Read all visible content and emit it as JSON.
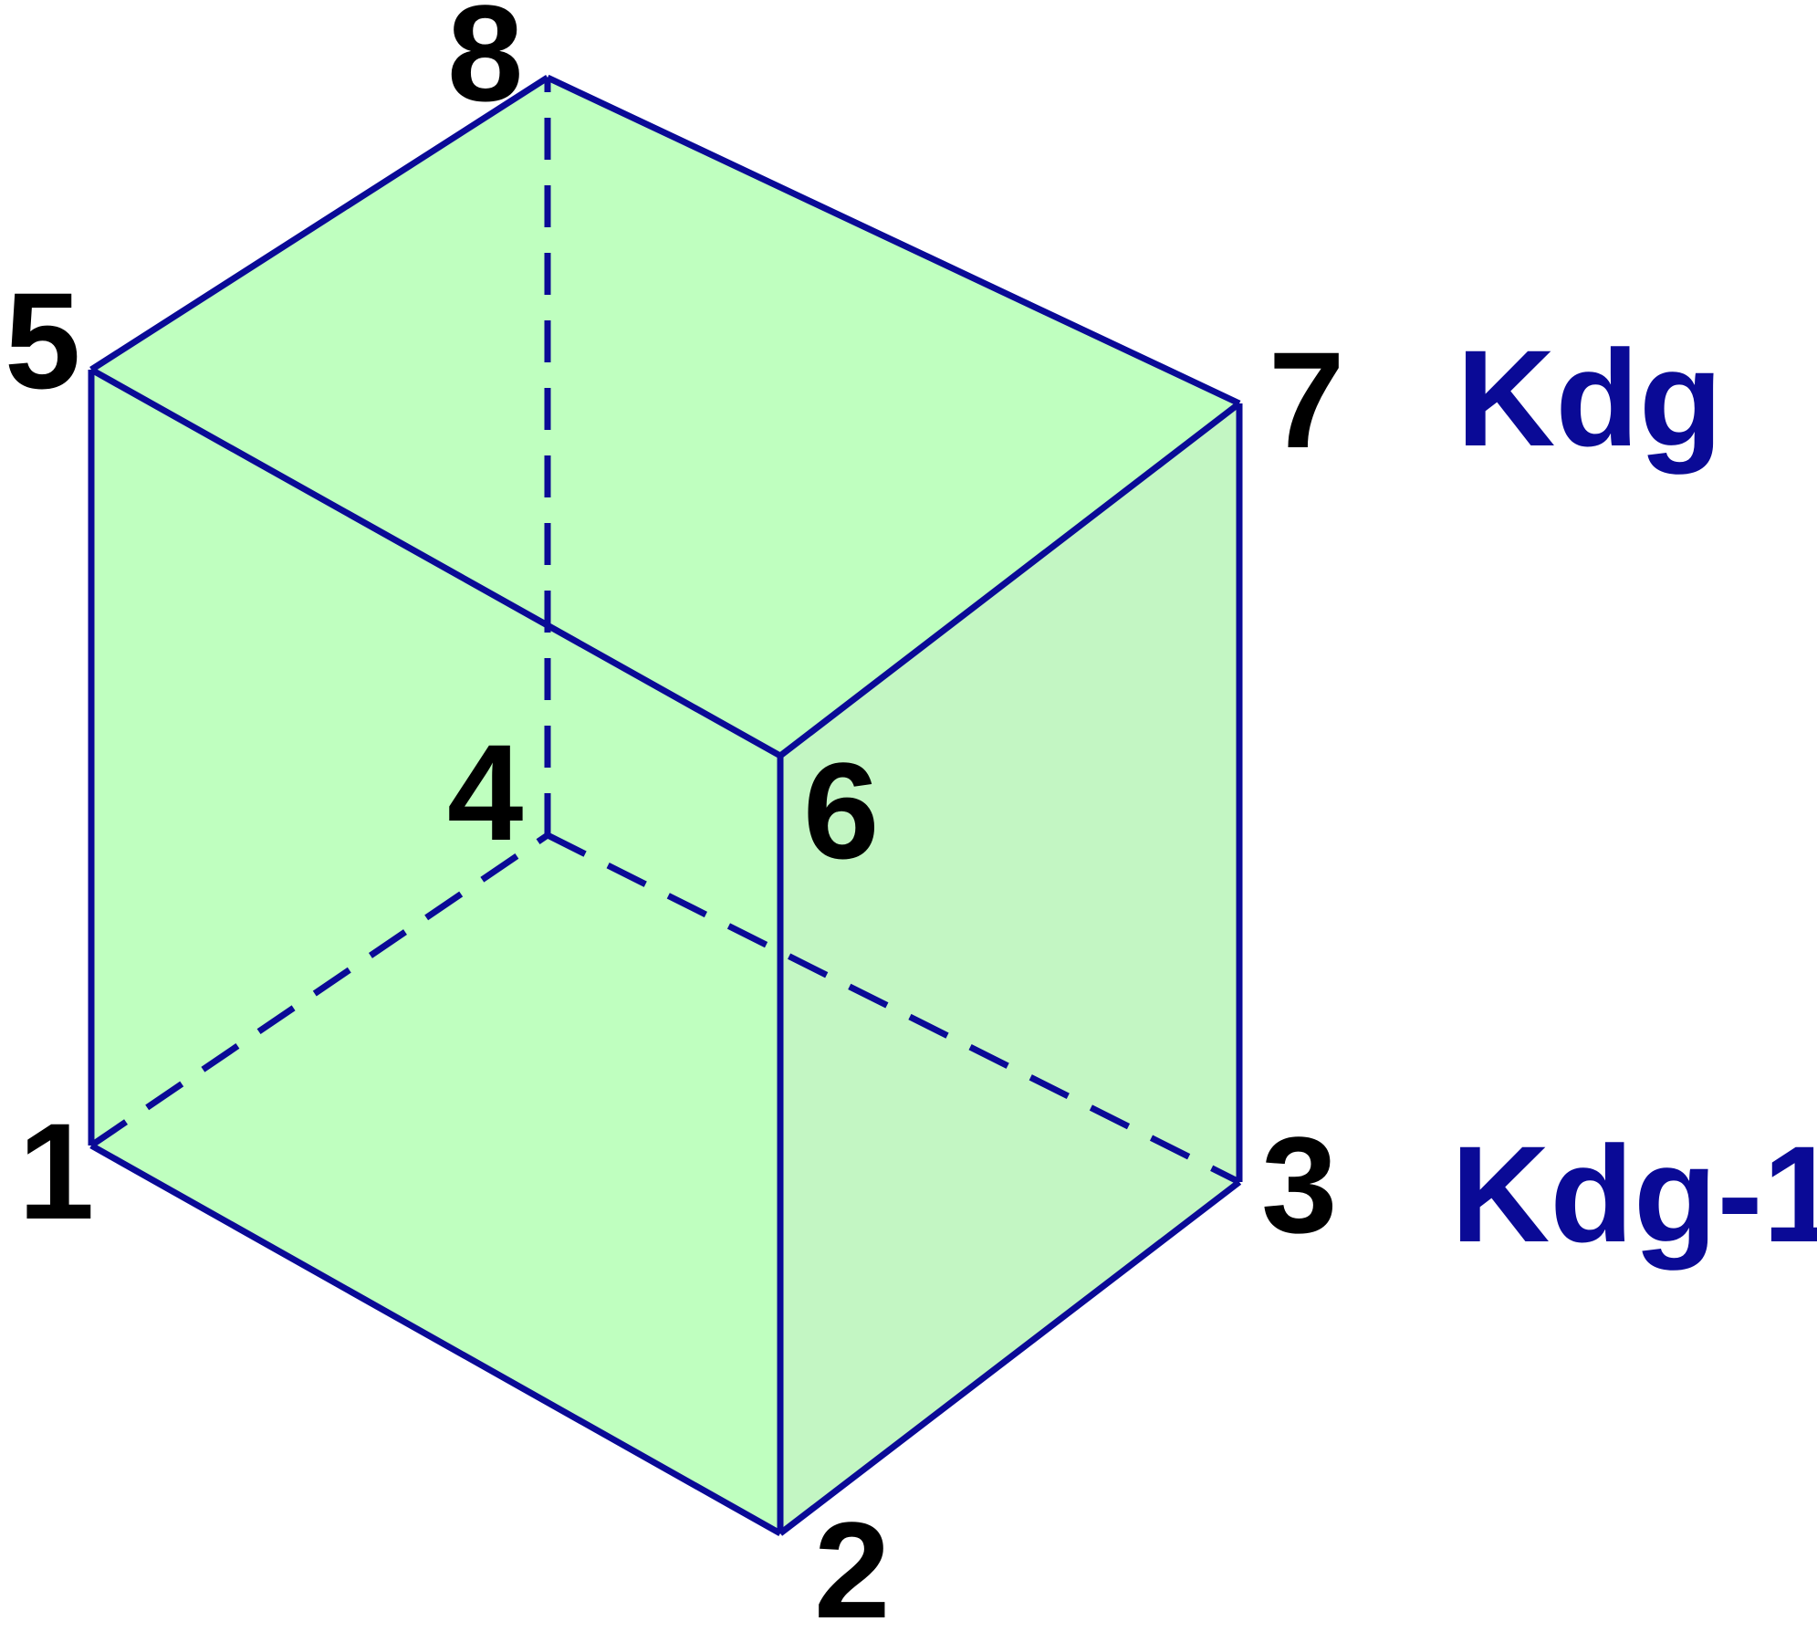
{
  "colors": {
    "edge": "#0a0a96",
    "face_front": "#bfffbf",
    "face_side": "#c3f6c3",
    "vertex_text": "#000000",
    "layer_text": "#0a0a96"
  },
  "vertices": [
    {
      "id": "1",
      "label": "1"
    },
    {
      "id": "2",
      "label": "2"
    },
    {
      "id": "3",
      "label": "3"
    },
    {
      "id": "4",
      "label": "4"
    },
    {
      "id": "5",
      "label": "5"
    },
    {
      "id": "6",
      "label": "6"
    },
    {
      "id": "7",
      "label": "7"
    },
    {
      "id": "8",
      "label": "8"
    }
  ],
  "layers": {
    "top": "Kdg",
    "bottom": "Kdg-1"
  },
  "edges": {
    "visible": [
      [
        "1",
        "2"
      ],
      [
        "2",
        "3"
      ],
      [
        "2",
        "6"
      ],
      [
        "3",
        "7"
      ],
      [
        "1",
        "5"
      ],
      [
        "5",
        "6"
      ],
      [
        "6",
        "7"
      ],
      [
        "7",
        "8"
      ],
      [
        "8",
        "5"
      ]
    ],
    "hidden": [
      [
        "1",
        "4"
      ],
      [
        "4",
        "3"
      ],
      [
        "4",
        "8"
      ]
    ]
  }
}
